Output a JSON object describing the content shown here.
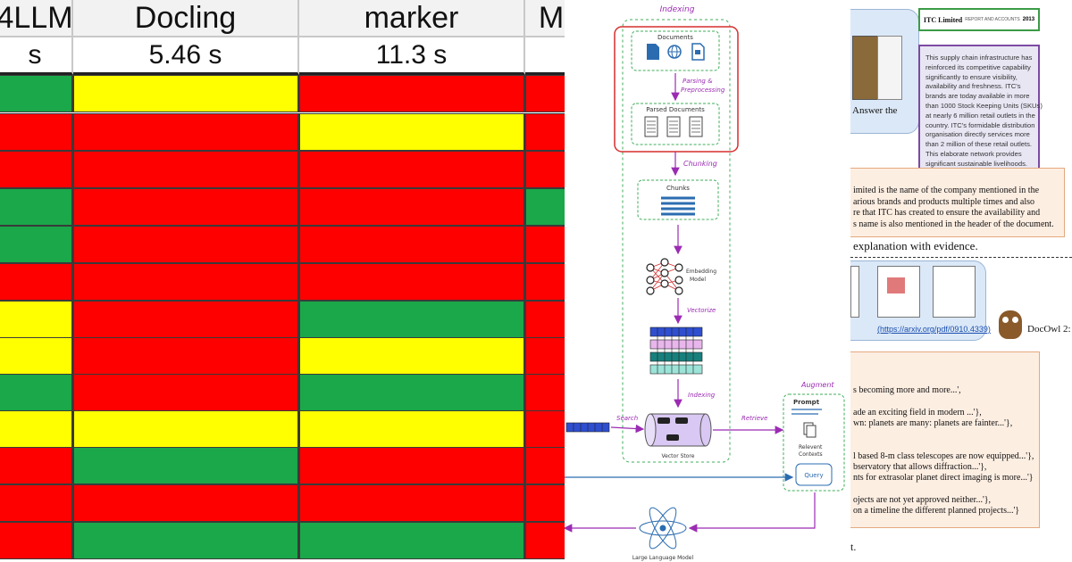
{
  "table": {
    "columns": [
      {
        "name": "4LLM",
        "time": "s"
      },
      {
        "name": "Docling",
        "time": "5.46 s"
      },
      {
        "name": "marker",
        "time": "11.3 s"
      },
      {
        "name": "M",
        "time": ""
      }
    ],
    "colors": {
      "green": "#1aa84a",
      "red": "#ff0000",
      "yellow": "#ffff00"
    },
    "rows": [
      [
        "green",
        "yellow",
        "red",
        "red"
      ],
      [
        "red",
        "red",
        "yellow",
        "red"
      ],
      [
        "red",
        "red",
        "red",
        "red"
      ],
      [
        "green",
        "red",
        "red",
        "green"
      ],
      [
        "green",
        "red",
        "red",
        "red"
      ],
      [
        "red",
        "red",
        "red",
        "red"
      ],
      [
        "yellow",
        "red",
        "green",
        "red"
      ],
      [
        "yellow",
        "red",
        "yellow",
        "red"
      ],
      [
        "green",
        "red",
        "green",
        "red"
      ],
      [
        "yellow",
        "yellow",
        "yellow",
        "red"
      ],
      [
        "red",
        "green",
        "red",
        "red"
      ],
      [
        "red",
        "red",
        "red",
        "red"
      ],
      [
        "red",
        "green",
        "green",
        "red"
      ]
    ]
  },
  "rag": {
    "indexing_title": "Indexing",
    "documents_label": "Documents",
    "parsing_label": "Parsing &",
    "preprocessing_label": "Preprocessing",
    "parsed_label": "Parsed Documents",
    "chunking_label": "Chunking",
    "chunks_label": "Chunks",
    "embedding_label": "Embedding",
    "model_label": "Model",
    "vectorize_label": "Vectorize",
    "indexing_label": "Indexing",
    "search_label": "Search",
    "retrieve_label": "Retrieve",
    "vector_store_label": "Vector Store",
    "augment_label": "Augment",
    "prompt_label": "Prompt",
    "relevant_label": "Relevent",
    "contexts_label": "Contexts",
    "query_label": "Query",
    "llm_label": "Large Language Model",
    "colors": {
      "purple": "#9b2bb3",
      "green": "#3fae5a",
      "blue": "#2b6cb0",
      "red": "#d62f2f"
    }
  },
  "paper": {
    "header": "ITC Limited",
    "header_small": "REPORT AND ACCOUNTS",
    "header_year": "2013",
    "answer_the": "Answer the",
    "quote_lines": [
      "This supply chain infrastructure has",
      "reinforced its competitive capability",
      "significantly to ensure visibility,",
      "availability and freshness. ITC's",
      "brands are today available in more",
      "than 1000 Stock Keeping Units (SKUs)",
      "at nearly 6 million retail outlets in the",
      "country. ITC's formidable distribution",
      "organisation directly services more",
      "than 2 million of these retail outlets.",
      "This elaborate network provides",
      "significant sustainable livelihoods."
    ],
    "answer_lines": [
      "imited is the name of the company mentioned in the",
      "arious brands and products multiple times and also",
      "re that ITC has created to ensure the availability and",
      "s name is also mentioned in the header of the document."
    ],
    "explanation": "explanation with evidence.",
    "link": "(https://arxiv.org/pdf/0910.4339)",
    "docowl": "DocOwl 2:",
    "output_lines": [
      "s becoming more and more...',",
      "",
      "ade an exciting field in modern ...'},",
      "wn: planets are many: planets are fainter...'},",
      "",
      "",
      "l based 8-m class telescopes are now equipped...'},",
      "bservatory that allows diffraction...'},",
      "nts for extrasolar planet direct imaging is more...'}",
      "",
      "ojects are not yet approved neither...'},",
      "on a timeline the different planned projects...'}"
    ],
    "footer": "t."
  }
}
